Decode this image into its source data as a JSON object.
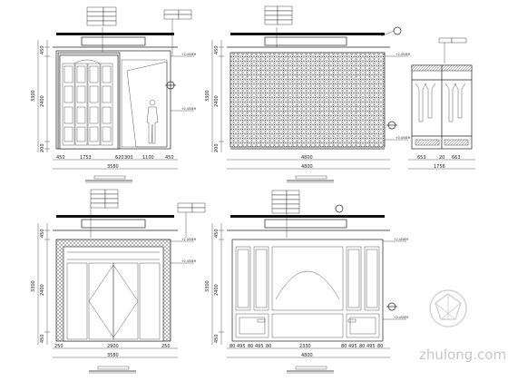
{
  "views": {
    "tl": {
      "dims_left": [
        "450",
        "2400",
        "3300",
        "200"
      ],
      "dims_bottom": [
        "450",
        "1753",
        "620",
        "300",
        "1100",
        "450"
      ],
      "total": "3580",
      "levels": [
        "+2.450EH",
        "+0.450EH"
      ]
    },
    "tr": {
      "dims_left": [
        "450",
        "2400",
        "3300",
        "200"
      ],
      "dim_bottom": "4800",
      "total": "4800",
      "levels": [
        "+2.450EH",
        "+0.450EH"
      ]
    },
    "wardrobe": {
      "dims_bottom": [
        "653",
        "20",
        "663"
      ],
      "total": "1756"
    },
    "bl": {
      "dims_left": [
        "450",
        "2400",
        "3300",
        "450"
      ],
      "dims_bottom": [
        "250",
        "2900",
        "250"
      ],
      "total": "3580",
      "levels": [
        "+2.450EH",
        "+0.450EH"
      ]
    },
    "br": {
      "dims_left": [
        "450",
        "2400",
        "3300",
        "450"
      ],
      "dims_bottom": [
        "80",
        "495",
        "80",
        "495",
        "80",
        "2330",
        "80",
        "495",
        "80",
        "495",
        "80"
      ],
      "total": "4800",
      "levels": [
        "+2.450EH",
        "+0.450EH"
      ]
    }
  },
  "watermark": "zhulong.com"
}
